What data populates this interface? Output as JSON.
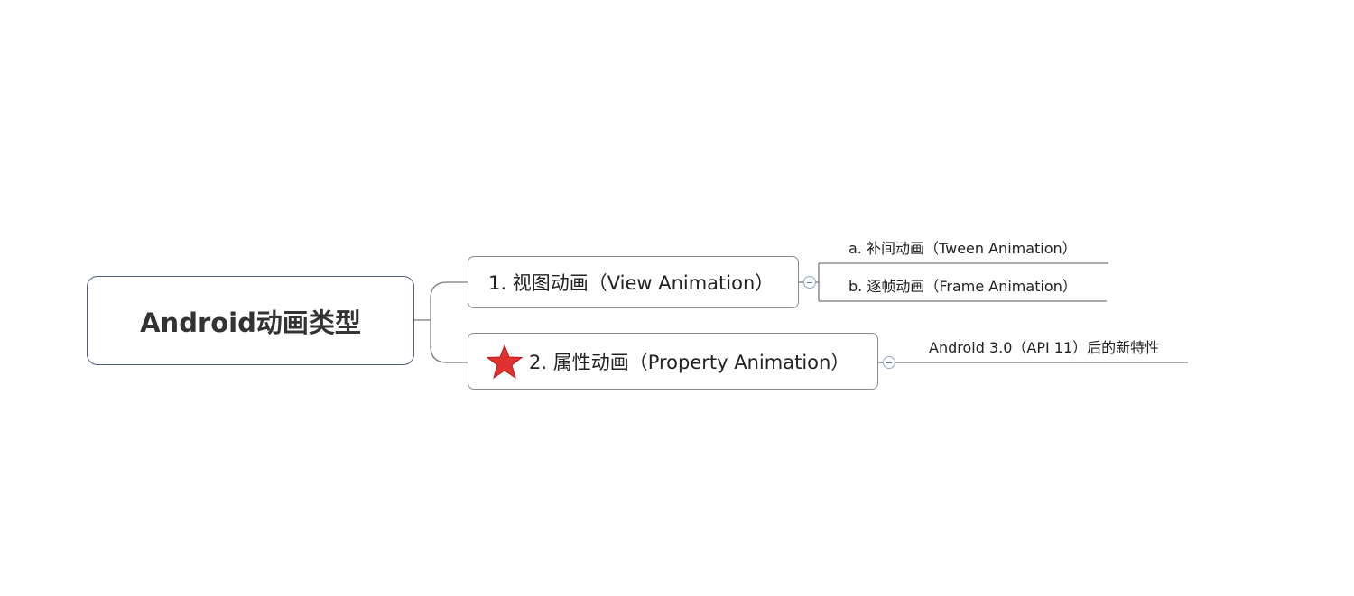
{
  "diagram": {
    "root": {
      "label": "Android动画类型"
    },
    "branches": [
      {
        "label": "1. 视图动画（View Animation）",
        "collapse_icon": "minus-circle-icon",
        "children": [
          {
            "label": "a. 补间动画（Tween Animation）"
          },
          {
            "label": "b. 逐帧动画（Frame Animation）"
          }
        ]
      },
      {
        "label": "2. 属性动画（Property Animation）",
        "marker_icon": "red-star-icon",
        "marker_color": "#e03131",
        "collapse_icon": "minus-circle-icon",
        "children": [
          {
            "label": "Android 3.0（API 11）后的新特性"
          }
        ]
      }
    ]
  },
  "colors": {
    "root_border": "#4e5d78",
    "branch_border": "#8c8c8c",
    "connector": "#7a7a7a",
    "collapse_border": "#8fa6c8"
  }
}
